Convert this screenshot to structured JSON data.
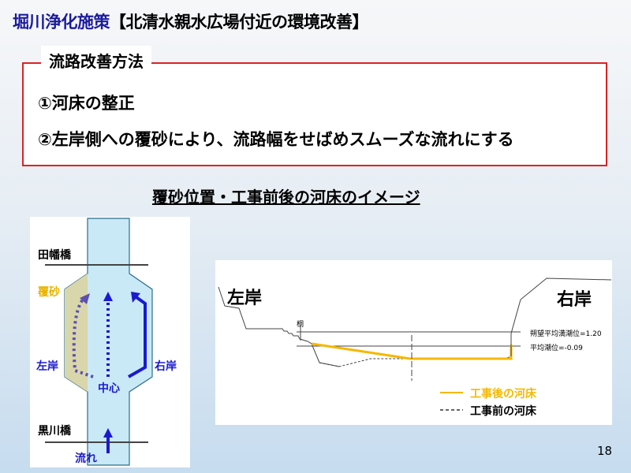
{
  "title": {
    "highlight": "堀川浄化施策",
    "rest": "【北清水親水広場付近の環境改善】"
  },
  "method_box": {
    "label": "流路改善方法",
    "items": [
      "①河床の整正",
      "②左岸側への覆砂により、流路幅をせばめスムーズな流れにする"
    ]
  },
  "subtitle": "覆砂位置・工事前後の河床のイメージ",
  "plan_view": {
    "upper_bridge": "田幡橋",
    "lower_bridge": "黒川橋",
    "sand": "覆砂",
    "left_bank": "左岸",
    "right_bank": "右岸",
    "center": "中心",
    "flow": "流れ"
  },
  "section_view": {
    "left_bank": "左岸",
    "right_bank": "右岸",
    "pile_label": "桐",
    "high_tide": "朔望平均満潮位=1.20",
    "mean_tide": "平均潮位=-0.09",
    "legend": [
      {
        "label": "工事後の河床",
        "color": "#f5b800"
      },
      {
        "label": "工事前の河床",
        "color": "#333333"
      }
    ]
  },
  "colors": {
    "title_blue": "#1b1b9c",
    "box_border": "#dd2222",
    "sand": "#e8b400",
    "arrow": "#1a1ad0"
  },
  "page_number": "18"
}
